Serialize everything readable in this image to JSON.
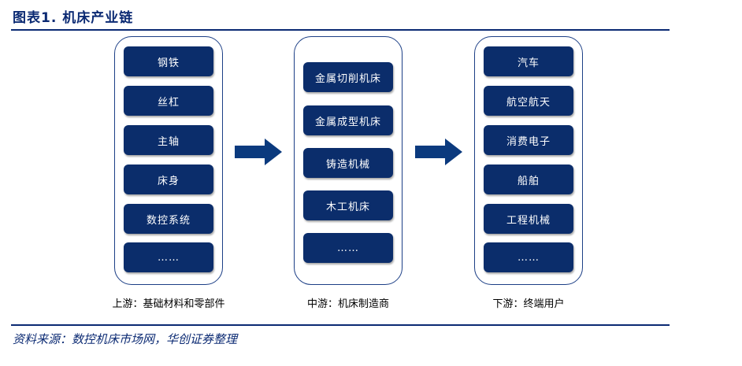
{
  "title": "图表1.   机床产业链",
  "source": "资料来源：数控机床市场网，华创证券整理",
  "columns": {
    "upstream": {
      "items": [
        "钢铁",
        "丝杠",
        "主轴",
        "床身",
        "数控系统",
        "……"
      ],
      "caption": "上游：基础材料和零部件"
    },
    "midstream": {
      "items": [
        "金属切削机床",
        "金属成型机床",
        "铸造机械",
        "木工机床",
        "……"
      ],
      "caption": "中游：机床制造商"
    },
    "downstream": {
      "items": [
        "汽车",
        "航空航天",
        "消费电子",
        "船舶",
        "工程机械",
        "……"
      ],
      "caption": "下游：终端用户"
    }
  },
  "colors": {
    "box": "#0b2d6b",
    "border": "#1c3f86",
    "arrow": "#0b3a7e",
    "title": "#0b2a73"
  }
}
